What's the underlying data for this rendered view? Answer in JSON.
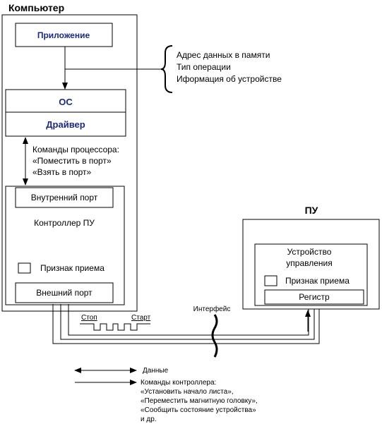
{
  "computer": {
    "title": "Компьютер",
    "app_label": "Приложение",
    "os_label": "ОС",
    "driver_label": "Драйвер",
    "request_info": [
      "Адрес данных в памяти",
      "Тип операции",
      "Иформация об устройстве"
    ],
    "cpu_commands": [
      "Команды процессора:",
      "«Поместить в порт»",
      "«Взять в порт»"
    ],
    "controller": {
      "title": "Контроллер ПУ",
      "internal_port": "Внутренний порт",
      "receive_flag": "Признак приема",
      "external_port": "Внешний порт"
    }
  },
  "peripheral": {
    "title": "ПУ",
    "control_unit": [
      "Устройство",
      "управления"
    ],
    "receive_flag": "Признак приема",
    "register": "Регистр"
  },
  "signal": {
    "stop": "Стоп",
    "start": "Старт"
  },
  "interface_label": "Интерфейс",
  "legend": {
    "data": "Данные",
    "controller_commands": [
      "Команды контроллера:",
      "«Установить начало листа»,",
      "«Переместить магнитную головку»,",
      "«Сообщить состояние устройства»",
      "и др."
    ]
  }
}
